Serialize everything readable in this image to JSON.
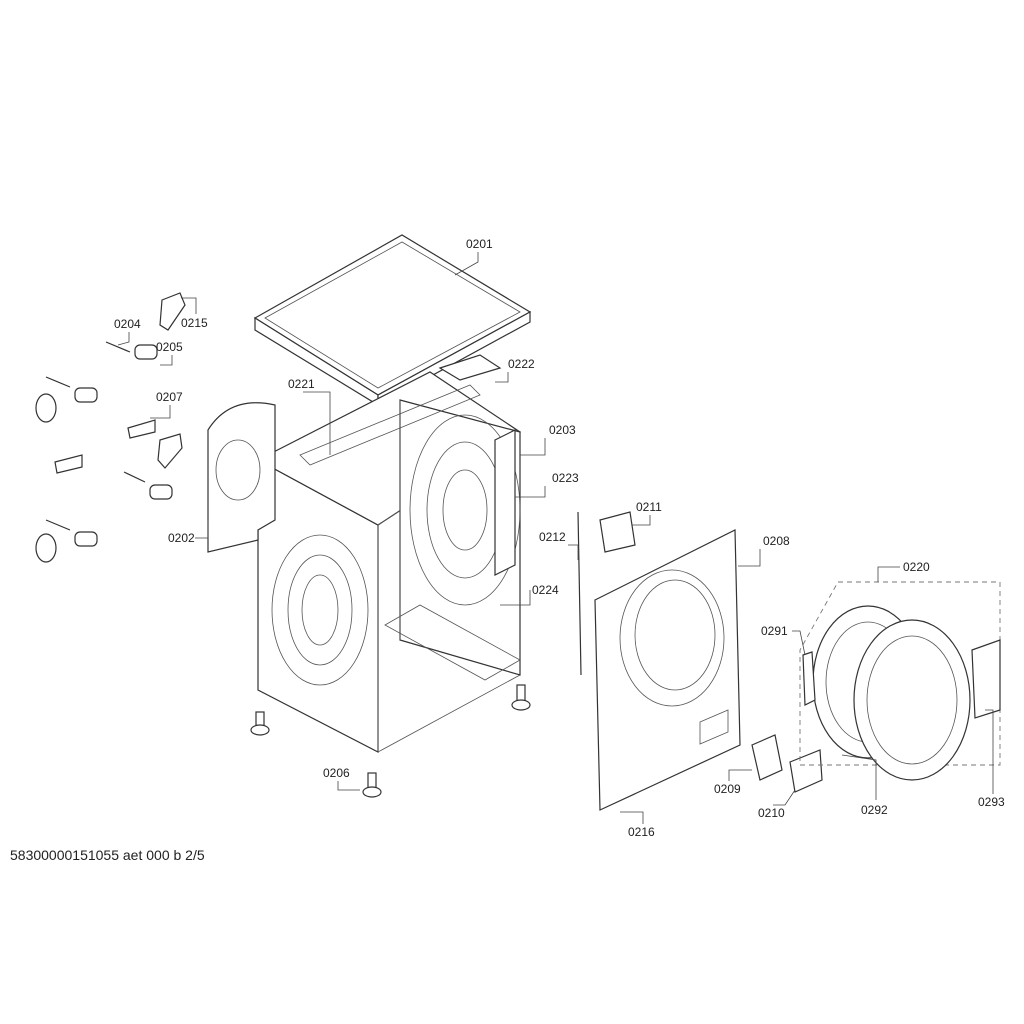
{
  "document_ref": "58300000151055 aet 000 b 2/5",
  "parts": {
    "p0201": "0201",
    "p0202": "0202",
    "p0203": "0203",
    "p0204": "0204",
    "p0205": "0205",
    "p0206": "0206",
    "p0207": "0207",
    "p0208": "0208",
    "p0209": "0209",
    "p0210": "0210",
    "p0211": "0211",
    "p0212": "0212",
    "p0215": "0215",
    "p0216": "0216",
    "p0220": "0220",
    "p0221": "0221",
    "p0222": "0222",
    "p0223": "0223",
    "p0224": "0224",
    "p0291": "0291",
    "p0292": "0292",
    "p0293": "0293"
  }
}
